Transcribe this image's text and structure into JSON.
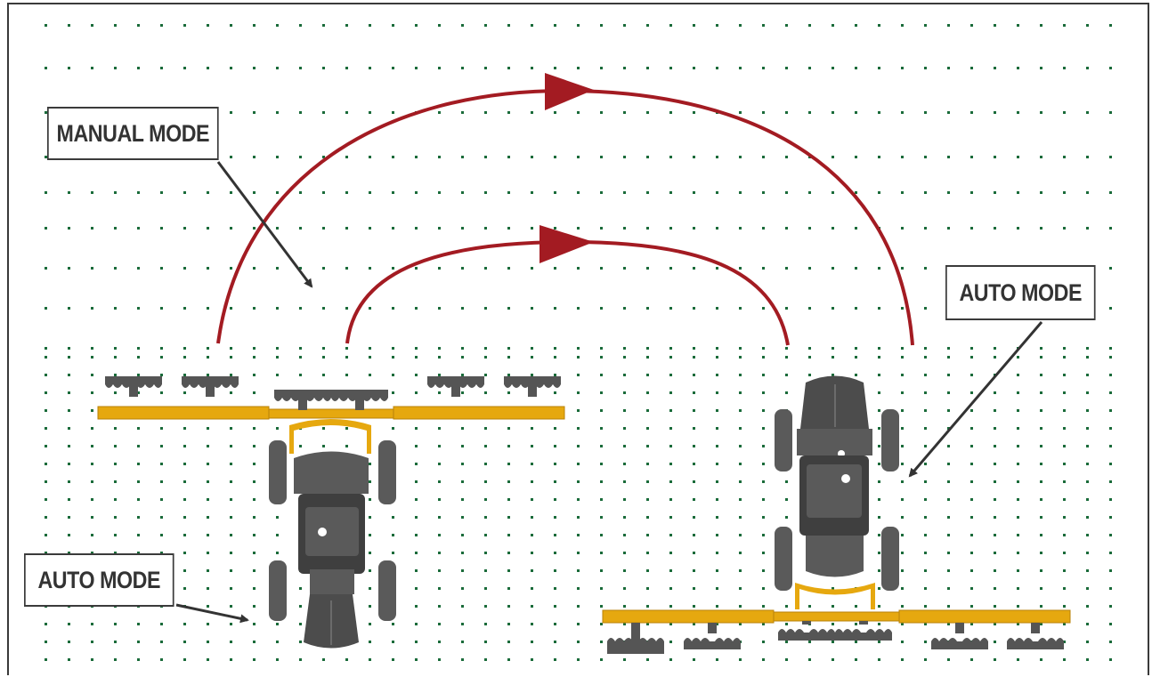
{
  "labels": {
    "manual_mode": "MANUAL MODE",
    "auto_mode_left": "AUTO MODE",
    "auto_mode_right": "AUTO MODE"
  },
  "colors": {
    "crop_dot": "#1a6b3a",
    "arc": "#a31b22",
    "implement": "#e6a80f",
    "implement_edge": "#b8820a",
    "tractor": "#5a5a5a",
    "tractor_dark": "#3f3f3f",
    "pointer": "#333333"
  }
}
